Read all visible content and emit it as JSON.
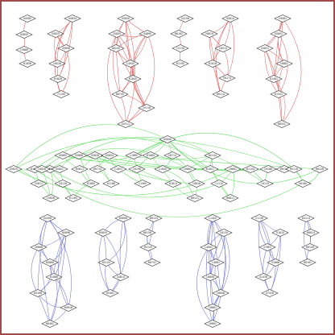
{
  "colors": {
    "frame": "#a04a4a",
    "top": "#e06666",
    "middle": "#66dd66",
    "bottom": "#6f74d6",
    "node_stroke": "#333333"
  },
  "nodes": {
    "a1": "00085",
    "a2": "50895",
    "a3": "15889",
    "a4": "61856",
    "b1": "00834",
    "b2": "50825",
    "b3": "45896",
    "b4": "16526",
    "b5": "61826",
    "b6": "71190",
    "c1": "00840",
    "c2": "20855",
    "c3": "44895",
    "c4": "66240",
    "c5": "14950",
    "c6": "61840",
    "c7": "68745",
    "c8": "20118",
    "d1": "04156",
    "d2": "86162",
    "d3": "15139",
    "d4": "61190",
    "e1": "00814",
    "e2": "26819",
    "e3": "16514",
    "e4": "61616",
    "e5": "56174",
    "f1": "29081",
    "f2": "00891",
    "f3": "44621",
    "f4": "16881",
    "f5": "61461",
    "f6": "61541",
    "f7": "66541",
    "m0": "00840",
    "m1": "00825",
    "m2": "61026",
    "m3": "00856",
    "m4": "00865",
    "m5": "50866",
    "m6": "50826",
    "m7": "00854",
    "m8": "11865",
    "m9": "61860",
    "m10": "28714",
    "m11": "60144",
    "m12": "61104",
    "m13": "16186",
    "m14": "66126",
    "n1": "16826",
    "n2": "00801",
    "n3": "60811",
    "n4": "66714",
    "n5": "11851",
    "n6": "16196",
    "n7": "11640",
    "n8": "16861",
    "n9": "61821",
    "n10": "18661",
    "n11": "66126",
    "o1": "20811",
    "o2": "16126",
    "o3": "61865",
    "o4": "61186",
    "o5": "11560",
    "o6": "61814",
    "o7": "16816",
    "o8": "11110",
    "o9": "16119",
    "o10": "56180",
    "p1": "15826",
    "p2": "61185",
    "p3": "68121",
    "p4": "66811",
    "p5": "60116",
    "g1": "00456",
    "g2": "60896",
    "g3": "26868",
    "g4": "60860",
    "g5": "61886",
    "g6": "60186",
    "g7": "60616",
    "g8": "66461",
    "h1": "60896",
    "h2": "60850",
    "h3": "60120",
    "h4": "44814",
    "h5": "60461",
    "i1": "66124",
    "i2": "66156",
    "i3": "65135",
    "i4": "66741",
    "j1": "11405",
    "j2": "16130",
    "j3": "14061",
    "j4": "14661",
    "j5": "16806",
    "j6": "16646",
    "j7": "16861",
    "j8": "16661",
    "k1": "21136",
    "k2": "51815",
    "k3": "47661",
    "k4": "51866",
    "k5": "41436",
    "k6": "47426",
    "l1": "84114",
    "l2": "66814",
    "l3": "66126",
    "l4": "66161"
  }
}
